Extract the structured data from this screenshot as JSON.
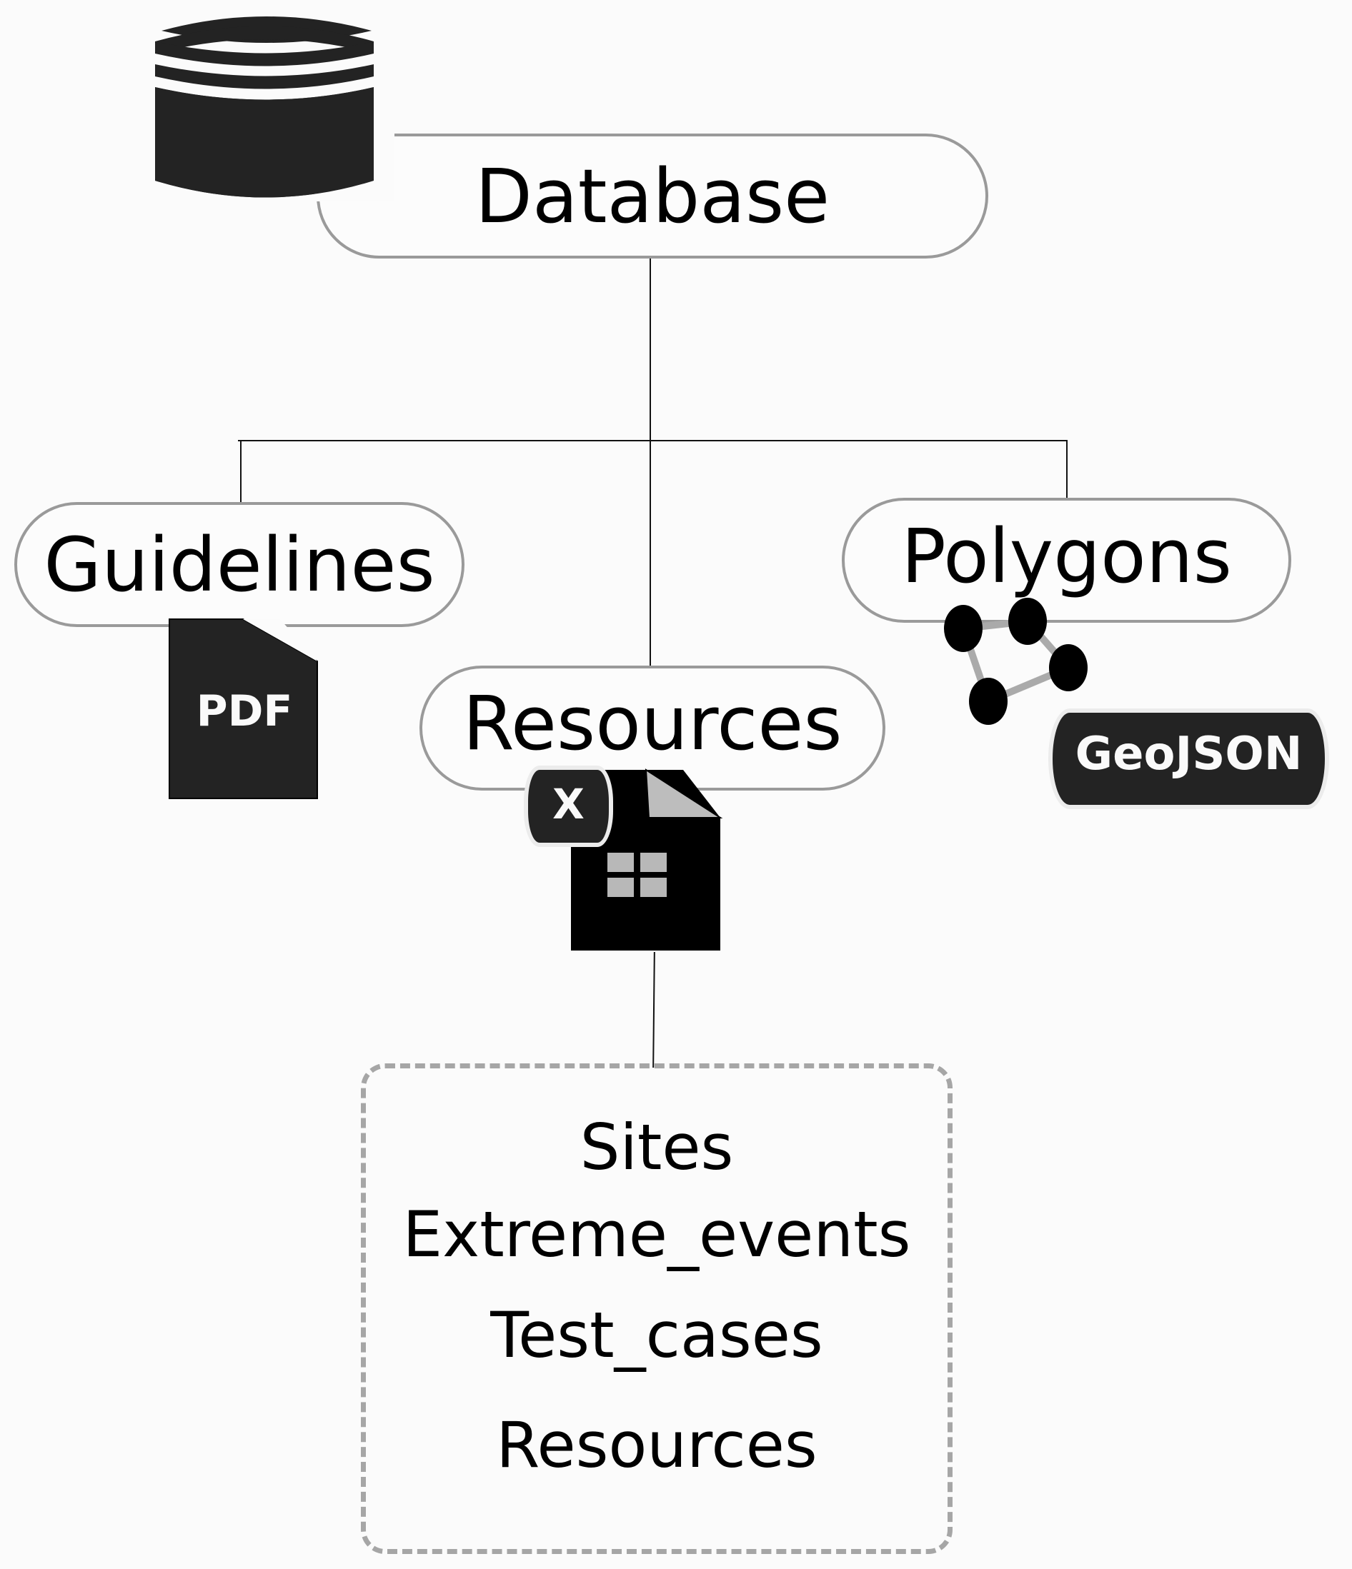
{
  "diagram": {
    "root": {
      "label": "Database",
      "icon": "database-icon"
    },
    "children": [
      {
        "label": "Guidelines",
        "icon": "pdf-file-icon",
        "icon_text": "PDF"
      },
      {
        "label": "Resources",
        "icon": "excel-file-icon",
        "icon_text": "X"
      },
      {
        "label": "Polygons",
        "icon": "polygon-icon",
        "badge_text": "GeoJSON"
      }
    ],
    "resources_contents": {
      "items": [
        "Sites",
        "Extreme_events",
        "Test_cases",
        "Resources"
      ]
    }
  },
  "colors": {
    "background": "#fbfbfb",
    "node_border": "#9a9a9a",
    "node_fill": "#fcfcfc",
    "icon_dark": "#232323",
    "polygon_edge": "#aaaaaa",
    "dashed_border": "#a6a6a6"
  }
}
